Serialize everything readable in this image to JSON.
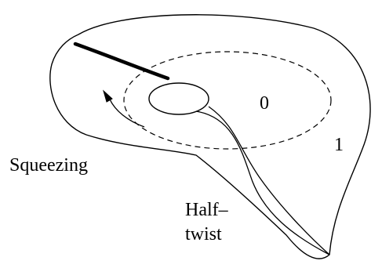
{
  "labels": {
    "inner_region": "0",
    "outer_region": "1",
    "squeezing": "Squeezing",
    "half_twist_line1": "Half–",
    "half_twist_line2": "twist"
  },
  "colors": {
    "stroke": "#000000",
    "background": "#ffffff"
  }
}
